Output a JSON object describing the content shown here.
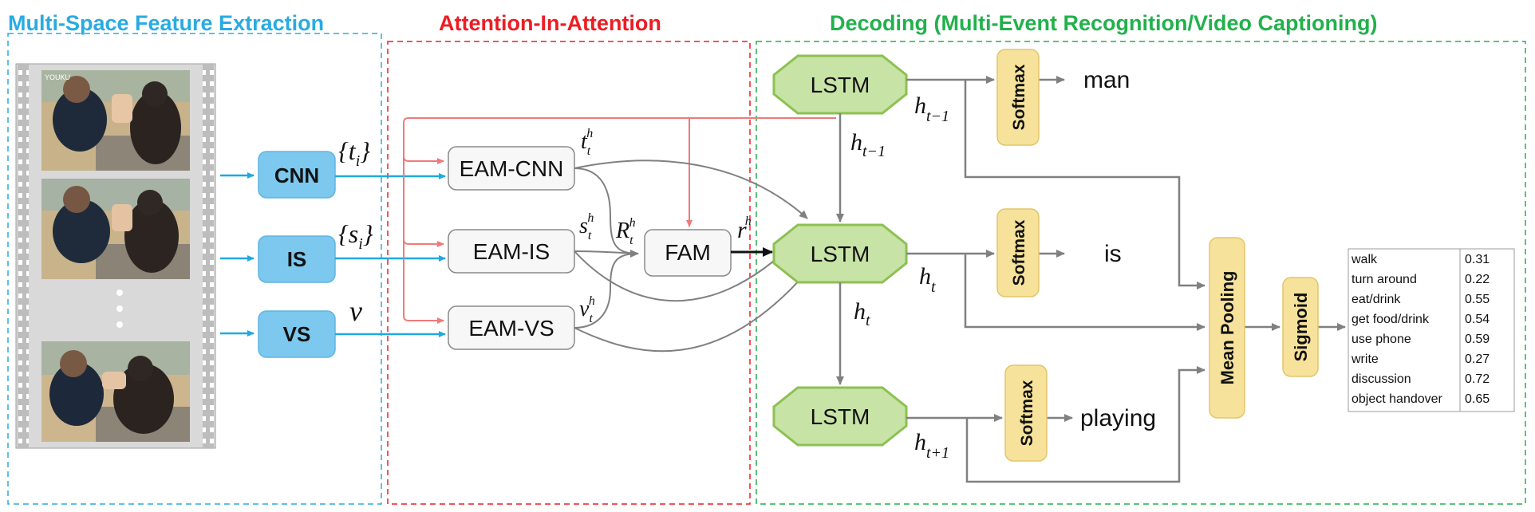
{
  "sections": {
    "extraction": {
      "title": "Multi-Space Feature Extraction",
      "color": "#29abe2"
    },
    "attention": {
      "title": "Attention-In-Attention",
      "color": "#ed1c24"
    },
    "decoding": {
      "title": "Decoding  (Multi-Event Recognition/Video Captioning)",
      "color": "#22b14c"
    }
  },
  "film_watermark": "YOUKU",
  "extractors": [
    {
      "label": "CNN",
      "feature_main": "{t",
      "feature_sub": "i",
      "feature_end": "}"
    },
    {
      "label": "IS",
      "feature_main": "{s",
      "feature_sub": "i",
      "feature_end": "}"
    },
    {
      "label": "VS",
      "feature_main": "v",
      "feature_sub": "",
      "feature_end": ""
    }
  ],
  "eam_modules": [
    {
      "label": "EAM-CNN",
      "out_main": "t",
      "out_sub": "t",
      "out_sup": "h"
    },
    {
      "label": "EAM-IS",
      "out_main": "s",
      "out_sub": "t",
      "out_sup": "h"
    },
    {
      "label": "EAM-VS",
      "out_main": "v",
      "out_sub": "t",
      "out_sup": "h"
    }
  ],
  "fam": {
    "label": "FAM",
    "in_main": "R",
    "in_sub": "t",
    "in_sup": "h",
    "out_main": "r",
    "out_sup": "h"
  },
  "lstm": [
    {
      "label": "LSTM",
      "hidden_main": "h",
      "hidden_sub": "t−1"
    },
    {
      "label": "LSTM",
      "hidden_main": "h",
      "hidden_sub": "t"
    },
    {
      "label": "LSTM",
      "hidden_main": "h",
      "hidden_sub": "t+1"
    }
  ],
  "feedback_hidden": {
    "main": "h",
    "sub": "t−1"
  },
  "down_hidden": {
    "main": "h",
    "sub": "t"
  },
  "softmax_label": "Softmax",
  "words": [
    "man",
    "is",
    "playing"
  ],
  "mean_pooling_label": "Mean Pooling",
  "sigmoid_label": "Sigmoid",
  "event_scores": [
    {
      "event": "walk",
      "score": "0.31"
    },
    {
      "event": "turn around",
      "score": "0.22"
    },
    {
      "event": "eat/drink",
      "score": "0.55"
    },
    {
      "event": "get food/drink",
      "score": "0.54"
    },
    {
      "event": "use phone",
      "score": "0.59"
    },
    {
      "event": "write",
      "score": "0.27"
    },
    {
      "event": "discussion",
      "score": "0.72"
    },
    {
      "event": "object handover",
      "score": "0.65"
    }
  ],
  "colors": {
    "blue_box": "#7cc8ee",
    "blue_arrow": "#1fa9e1",
    "red_arrow": "#f07a7a",
    "gray_arrow": "#808080",
    "lstm_fill": "#c7e3a6",
    "lstm_stroke": "#8cc152",
    "yellow_box": "#f6e29b",
    "yellow_stroke": "#e3c56a"
  }
}
